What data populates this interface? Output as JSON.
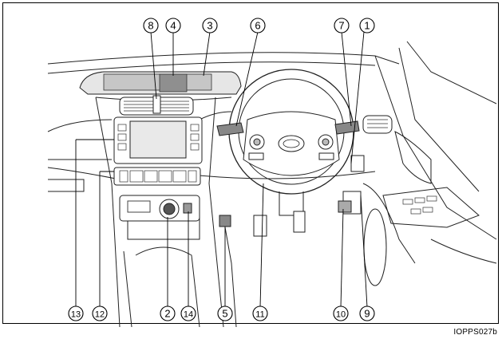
{
  "figure": {
    "image_code": "IOPPS027b",
    "callouts": [
      "1",
      "2",
      "3",
      "4",
      "5",
      "6",
      "7",
      "8",
      "9",
      "10",
      "11",
      "12",
      "13",
      "14"
    ]
  },
  "colors": {
    "line": "#000000",
    "highlight": "#9e9e9e",
    "panel": "#cfcfcf"
  }
}
